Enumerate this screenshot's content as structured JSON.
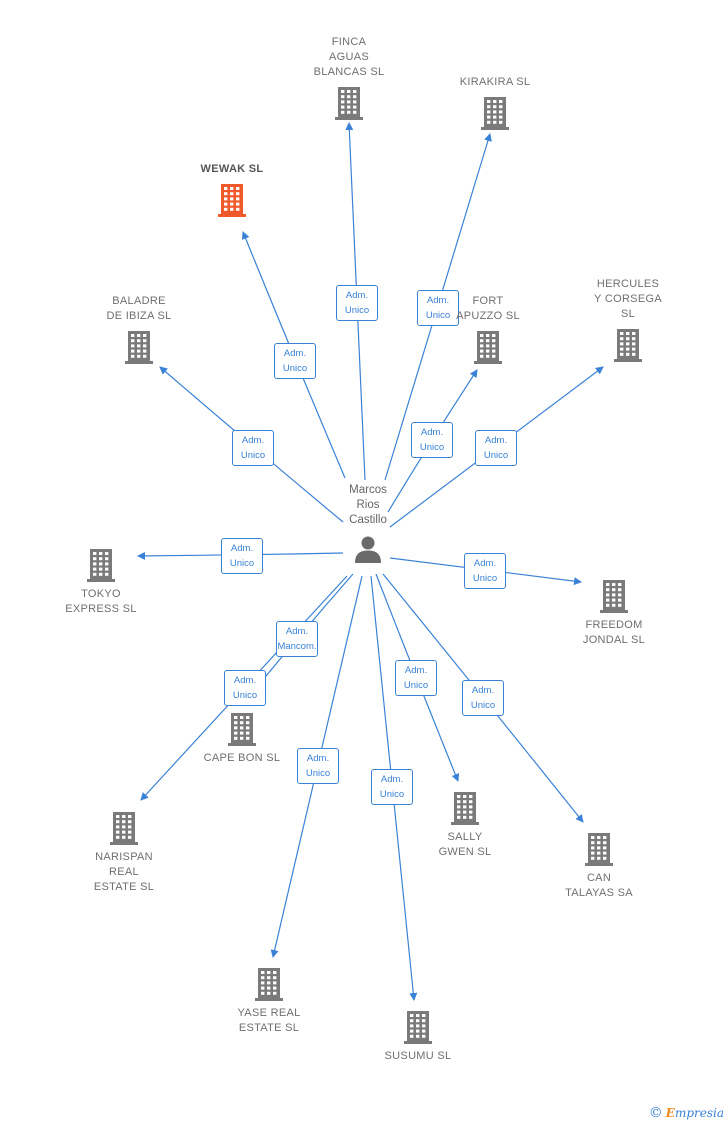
{
  "person": {
    "name": "Marcos\nRios\nCastillo",
    "icon": "person-icon"
  },
  "colors": {
    "edge": "#3a82d6",
    "building": "#7a7a7a",
    "highlight": "#f0592a"
  },
  "companies": [
    {
      "id": "finca",
      "label": "FINCA\nAGUAS\nBLANCAS  SL",
      "relation": [
        "Adm.",
        "Unico"
      ],
      "highlight": false
    },
    {
      "id": "kirakira",
      "label": "KIRAKIRA  SL",
      "relation": [
        "Adm.",
        "Unico"
      ],
      "highlight": false
    },
    {
      "id": "wewak",
      "label": "WEWAK  SL",
      "relation": [
        "Adm.",
        "Unico"
      ],
      "highlight": true
    },
    {
      "id": "baladre",
      "label": "BALADRE\nDE IBIZA SL",
      "relation": [
        "Adm.",
        "Unico"
      ],
      "highlight": false
    },
    {
      "id": "fort",
      "label": "FORT\nAPUZZO  SL",
      "relation": [
        "Adm.",
        "Unico"
      ],
      "highlight": false
    },
    {
      "id": "hercules",
      "label": "HERCULES\nY CORSEGA\nSL",
      "relation": [
        "Adm.",
        "Unico"
      ],
      "highlight": false
    },
    {
      "id": "tokyo",
      "label": "TOKYO\nEXPRESS  SL",
      "relation": [
        "Adm.",
        "Unico"
      ],
      "highlight": false
    },
    {
      "id": "freedom",
      "label": "FREEDOM\nJONDAL  SL",
      "relation": [
        "Adm.",
        "Unico"
      ],
      "highlight": false
    },
    {
      "id": "capebon",
      "label": "CAPE BON  SL",
      "relation": [
        "Adm.",
        "Mancom."
      ],
      "highlight": false
    },
    {
      "id": "narispan",
      "label": "NARISPAN\nREAL\nESTATE  SL",
      "relation": [
        "Adm.",
        "Unico"
      ],
      "highlight": false
    },
    {
      "id": "sally",
      "label": "SALLY\nGWEN  SL",
      "relation": [
        "Adm.",
        "Unico"
      ],
      "highlight": false
    },
    {
      "id": "cantalayas",
      "label": "CAN\nTALAYAS SA",
      "relation": [
        "Adm.",
        "Unico"
      ],
      "highlight": false
    },
    {
      "id": "yase",
      "label": "YASE REAL\nESTATE  SL",
      "relation": [
        "Adm.",
        "Unico"
      ],
      "highlight": false
    },
    {
      "id": "susumu",
      "label": "SUSUMU  SL",
      "relation": [
        "Adm.",
        "Unico"
      ],
      "highlight": false
    }
  ],
  "brand": {
    "copyright": "©",
    "initial": "E",
    "rest": "mpresia"
  }
}
